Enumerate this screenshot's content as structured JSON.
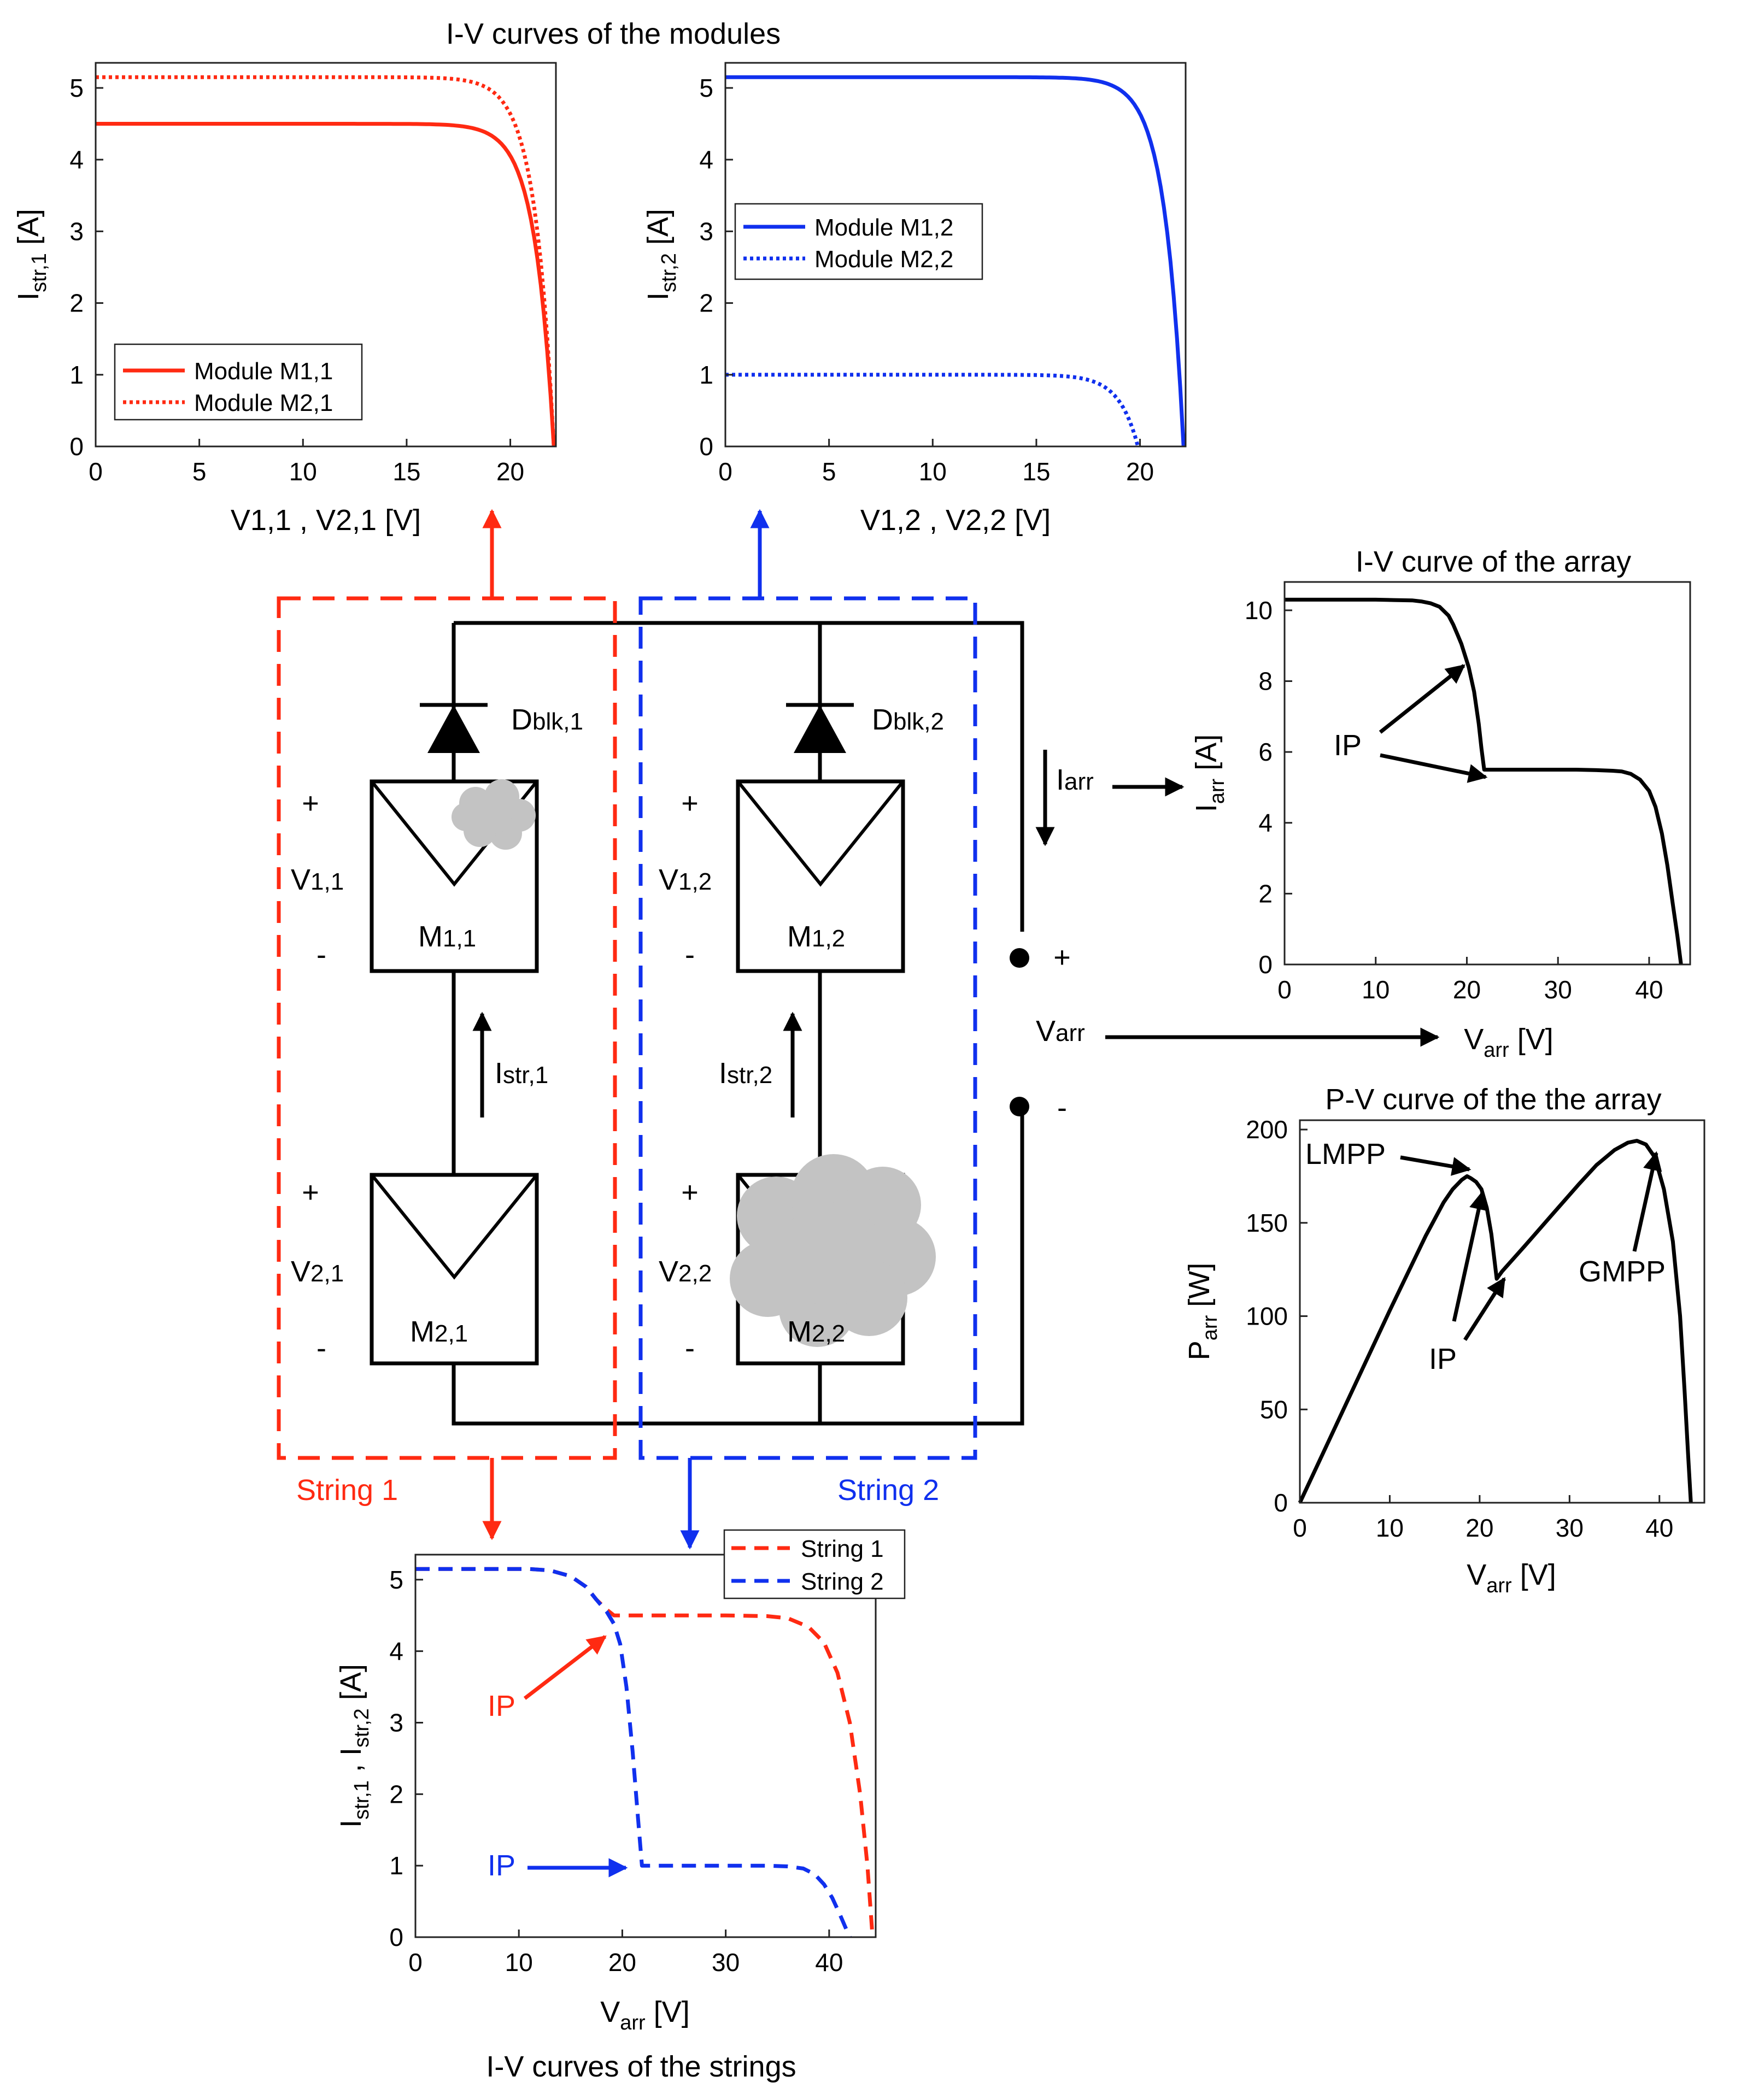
{
  "colors": {
    "red": "#ff2a12",
    "blue": "#1030ee",
    "black": "#000000",
    "cloud": "#c3c3c3"
  },
  "icons": [
    "cloud-icon",
    "pv-module-icon",
    "diode-icon",
    "arrow-icon",
    "terminal-dot-icon"
  ],
  "titles": {
    "modules": "I-V curves of the modules",
    "array_iv": "I-V curve of the array",
    "array_pv": "P-V curve of the the array",
    "strings": "I-V curves of the strings"
  },
  "circuit": {
    "string1_label": "String 1",
    "string2_label": "String 2",
    "d1": {
      "main": "D",
      "sub": "blk,1"
    },
    "d2": {
      "main": "D",
      "sub": "blk,2"
    },
    "m11": {
      "main": "M",
      "sub": "1,1"
    },
    "m21": {
      "main": "M",
      "sub": "2,1"
    },
    "m12": {
      "main": "M",
      "sub": "1,2"
    },
    "m22": {
      "main": "M",
      "sub": "2,2"
    },
    "v11": {
      "main": "V",
      "sub": "1,1"
    },
    "v21": {
      "main": "V",
      "sub": "2,1"
    },
    "v12": {
      "main": "V",
      "sub": "1,2"
    },
    "v22": {
      "main": "V",
      "sub": "2,2"
    },
    "istr1": {
      "main": "I",
      "sub": "str,1"
    },
    "istr2": {
      "main": "I",
      "sub": "str,2"
    },
    "iarr": {
      "main": "I",
      "sub": "arr"
    },
    "varr": {
      "main": "V",
      "sub": "arr"
    },
    "plus": "+",
    "minus": "-"
  },
  "chart_data": [
    {
      "id": "modules-string1",
      "type": "line",
      "title": "",
      "xlabel": "V1,1 , V2,1 [V]",
      "ylabel": {
        "main": "I",
        "sub": "str,1",
        "unit": " [A]"
      },
      "xlim": [
        0,
        22.2
      ],
      "ylim": [
        0,
        5.35
      ],
      "xticks": [
        0,
        5,
        10,
        15,
        20
      ],
      "yticks": [
        0,
        1,
        2,
        3,
        4,
        5
      ],
      "grid": false,
      "legend": "bottom-left",
      "series": [
        {
          "name": "Module M1,1",
          "color": "red",
          "style": "solid",
          "isc": 4.5,
          "voc": 22.1,
          "k": 1.1
        },
        {
          "name": "Module M2,1",
          "color": "red",
          "style": "dotted",
          "isc": 5.15,
          "voc": 22.1,
          "k": 1.1
        }
      ]
    },
    {
      "id": "modules-string2",
      "type": "line",
      "title": "",
      "xlabel": "V1,2 , V2,2 [V]",
      "ylabel": {
        "main": "I",
        "sub": "str,2",
        "unit": " [A]"
      },
      "xlim": [
        0,
        22.2
      ],
      "ylim": [
        0,
        5.35
      ],
      "xticks": [
        0,
        5,
        10,
        15,
        20
      ],
      "yticks": [
        0,
        1,
        2,
        3,
        4,
        5
      ],
      "grid": false,
      "legend": "middle-left",
      "series": [
        {
          "name": "Module M1,2",
          "color": "blue",
          "style": "solid",
          "isc": 5.15,
          "voc": 22.1,
          "k": 1.1
        },
        {
          "name": "Module M2,2",
          "color": "blue",
          "style": "dotted",
          "isc": 1.0,
          "voc": 19.9,
          "k": 1.1
        }
      ]
    },
    {
      "id": "array-iv",
      "type": "line",
      "title": "I-V curve of the array",
      "xlabel": {
        "main": "V",
        "sub": "arr",
        "unit": " [V]"
      },
      "ylabel": {
        "main": "I",
        "sub": "arr",
        "unit": " [A]"
      },
      "xlim": [
        0,
        44.5
      ],
      "ylim": [
        0,
        10.8
      ],
      "xticks": [
        0,
        10,
        20,
        30,
        40
      ],
      "yticks": [
        0,
        2,
        4,
        6,
        8,
        10
      ],
      "grid": false,
      "annotations": [
        "IP"
      ],
      "points": [
        [
          0,
          10.3
        ],
        [
          4,
          10.3
        ],
        [
          8,
          10.3
        ],
        [
          10,
          10.3
        ],
        [
          12,
          10.29
        ],
        [
          14,
          10.28
        ],
        [
          15,
          10.25
        ],
        [
          16,
          10.2
        ],
        [
          17,
          10.1
        ],
        [
          18,
          9.85
        ],
        [
          18.5,
          9.6
        ],
        [
          19,
          9.3
        ],
        [
          19.4,
          9.05
        ],
        [
          20.2,
          8.4
        ],
        [
          20.8,
          7.7
        ],
        [
          21.3,
          6.8
        ],
        [
          21.6,
          6.1
        ],
        [
          21.9,
          5.5
        ],
        [
          24,
          5.5
        ],
        [
          28,
          5.5
        ],
        [
          32,
          5.5
        ],
        [
          34,
          5.49
        ],
        [
          36,
          5.47
        ],
        [
          37,
          5.45
        ],
        [
          38,
          5.38
        ],
        [
          39,
          5.22
        ],
        [
          40,
          4.9
        ],
        [
          40.7,
          4.45
        ],
        [
          41.4,
          3.7
        ],
        [
          42,
          2.8
        ],
        [
          42.6,
          1.7
        ],
        [
          43.1,
          0.8
        ],
        [
          43.5,
          0
        ]
      ]
    },
    {
      "id": "array-pv",
      "type": "line",
      "title": "P-V curve of the the array",
      "xlabel": {
        "main": "V",
        "sub": "arr",
        "unit": " [V]"
      },
      "ylabel": {
        "main": "P",
        "sub": "arr",
        "unit": " [W]"
      },
      "xlim": [
        0,
        45
      ],
      "ylim": [
        0,
        205
      ],
      "xticks": [
        0,
        10,
        20,
        30,
        40
      ],
      "yticks": [
        0,
        50,
        100,
        150,
        200
      ],
      "grid": false,
      "annotations": [
        "LMPP",
        "IP",
        "GMPP"
      ],
      "points": [
        [
          0,
          0
        ],
        [
          5,
          51.5
        ],
        [
          10,
          103
        ],
        [
          14,
          143
        ],
        [
          16,
          161
        ],
        [
          17,
          168
        ],
        [
          18,
          173
        ],
        [
          18.6,
          175
        ],
        [
          19,
          174
        ],
        [
          19.6,
          172
        ],
        [
          20.2,
          168
        ],
        [
          20.8,
          158
        ],
        [
          21.3,
          144
        ],
        [
          21.6,
          132
        ],
        [
          21.9,
          120
        ],
        [
          22.5,
          124
        ],
        [
          25,
          137.5
        ],
        [
          28,
          154
        ],
        [
          31,
          170.5
        ],
        [
          33,
          181
        ],
        [
          35,
          189
        ],
        [
          36.5,
          193
        ],
        [
          37.5,
          194
        ],
        [
          38.5,
          192
        ],
        [
          39.5,
          185
        ],
        [
          40.5,
          168
        ],
        [
          41.5,
          140
        ],
        [
          42.3,
          100
        ],
        [
          42.8,
          60
        ],
        [
          43.2,
          25
        ],
        [
          43.5,
          0
        ]
      ]
    },
    {
      "id": "strings-iv",
      "type": "line",
      "title": "I-V curves of the strings",
      "xlabel": {
        "main": "V",
        "sub": "arr",
        "unit": " [V]"
      },
      "ylabel": {
        "main": "I",
        "sub": "str,1",
        "mid": " , I",
        "sub2": "str,2",
        "unit": " [A]"
      },
      "xlim": [
        0,
        44.5
      ],
      "ylim": [
        0,
        5.35
      ],
      "xticks": [
        0,
        10,
        20,
        30,
        40
      ],
      "yticks": [
        0,
        1,
        2,
        3,
        4,
        5
      ],
      "grid": false,
      "legend": "top-right",
      "annotations": [
        "IP",
        "IP"
      ],
      "series": [
        {
          "name": "String 1",
          "color": "red",
          "style": "dashed",
          "points": [
            [
              0,
              5.15
            ],
            [
              8,
              5.15
            ],
            [
              11,
              5.15
            ],
            [
              13,
              5.13
            ],
            [
              15,
              5.05
            ],
            [
              16.5,
              4.9
            ],
            [
              17.5,
              4.72
            ],
            [
              18.5,
              4.58
            ],
            [
              19.2,
              4.5
            ],
            [
              24,
              4.5
            ],
            [
              30,
              4.5
            ],
            [
              34,
              4.49
            ],
            [
              36,
              4.46
            ],
            [
              38,
              4.34
            ],
            [
              39.5,
              4.12
            ],
            [
              40.8,
              3.7
            ],
            [
              42,
              3.0
            ],
            [
              43,
              2.0
            ],
            [
              43.7,
              1.0
            ],
            [
              44.2,
              0
            ]
          ]
        },
        {
          "name": "String 2",
          "color": "blue",
          "style": "dashed",
          "points": [
            [
              0,
              5.15
            ],
            [
              8,
              5.15
            ],
            [
              11,
              5.15
            ],
            [
              13,
              5.13
            ],
            [
              15,
              5.05
            ],
            [
              16.5,
              4.9
            ],
            [
              17.5,
              4.72
            ],
            [
              18.5,
              4.55
            ],
            [
              19.2,
              4.38
            ],
            [
              19.8,
              4.1
            ],
            [
              20.4,
              3.5
            ],
            [
              21,
              2.6
            ],
            [
              21.5,
              1.7
            ],
            [
              21.9,
              1.0
            ],
            [
              26,
              1.0
            ],
            [
              30,
              1.0
            ],
            [
              34,
              1.0
            ],
            [
              36,
              0.99
            ],
            [
              37.5,
              0.96
            ],
            [
              38.6,
              0.88
            ],
            [
              39.5,
              0.74
            ],
            [
              40.3,
              0.55
            ],
            [
              41,
              0.33
            ],
            [
              41.6,
              0.13
            ],
            [
              42,
              0
            ]
          ]
        }
      ]
    }
  ]
}
